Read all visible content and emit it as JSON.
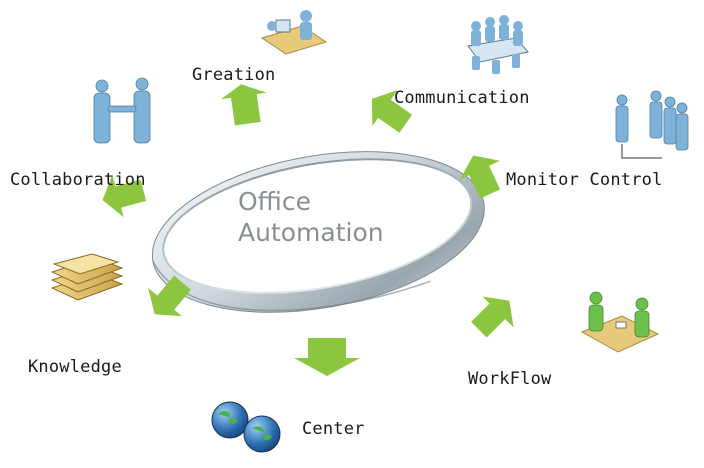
{
  "diagram": {
    "center": {
      "line1": "Office",
      "line2": "Automation"
    },
    "nodes": [
      {
        "id": "creation",
        "label": "Greation",
        "icon": "meeting-desk-icon"
      },
      {
        "id": "communication",
        "label": "Communication",
        "icon": "conference-table-icon"
      },
      {
        "id": "monitor",
        "label": "Monitor Control",
        "icon": "org-chart-people-icon"
      },
      {
        "id": "workflow",
        "label": "WorkFlow",
        "icon": "two-people-desk-icon"
      },
      {
        "id": "center",
        "label": "Center",
        "icon": "globes-icon"
      },
      {
        "id": "knowledge",
        "label": "Knowledge",
        "icon": "books-icon"
      },
      {
        "id": "collaboration",
        "label": "Collaboration",
        "icon": "handshake-icon"
      }
    ],
    "colors": {
      "arrow": "#8cc63f",
      "ring_light": "#e8eef2",
      "ring_dark": "#8e9aa3",
      "person": "#7fb2d8",
      "person_green": "#6dbf4b",
      "text": "#1a1a1a",
      "center_text": "#8a8f94"
    }
  }
}
